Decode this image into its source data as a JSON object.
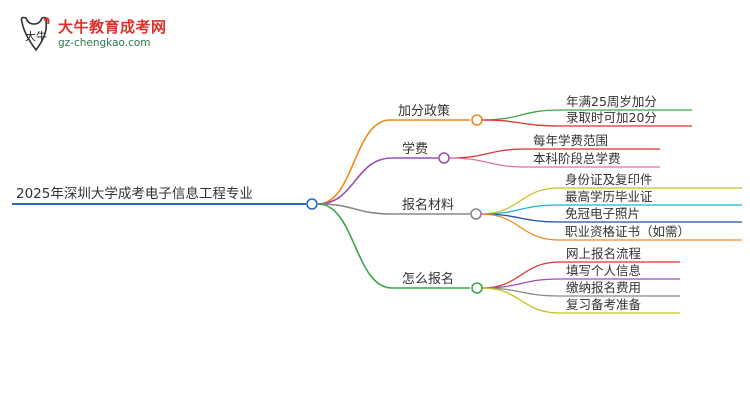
{
  "logo": {
    "title": "大牛教育成考网",
    "url": "gz-chengkao.com",
    "mark_text": "大牛"
  },
  "mindmap": {
    "root": "2025年深圳大学成考电子信息工程专业",
    "branches": [
      {
        "label": "加分政策",
        "color": "#f08a1c",
        "children": [
          {
            "label": "年满25周岁加分",
            "color": "#3aa64a"
          },
          {
            "label": "录取时可加20分",
            "color": "#d9342b"
          }
        ]
      },
      {
        "label": "学费",
        "color": "#9b4fb5",
        "children": [
          {
            "label": "每年学费范围",
            "color": "#d9342b"
          },
          {
            "label": "本科阶段总学费",
            "color": "#e46fa8"
          }
        ]
      },
      {
        "label": "报名材料",
        "color": "#888888",
        "children": [
          {
            "label": "身份证及复印件",
            "color": "#c8c21e"
          },
          {
            "label": "最高学历毕业证",
            "color": "#17b3d6"
          },
          {
            "label": "免冠电子照片",
            "color": "#1f4fa8"
          },
          {
            "label": "职业资格证书（如需）",
            "color": "#f08a1c"
          }
        ]
      },
      {
        "label": "怎么报名",
        "color": "#3aa64a",
        "children": [
          {
            "label": "网上报名流程",
            "color": "#d9342b"
          },
          {
            "label": "填写个人信息",
            "color": "#9b4fb5"
          },
          {
            "label": "缴纳报名费用",
            "color": "#888888"
          },
          {
            "label": "复习备考准备",
            "color": "#c8c21e"
          }
        ]
      }
    ],
    "root_color": "#2a6bb5"
  }
}
